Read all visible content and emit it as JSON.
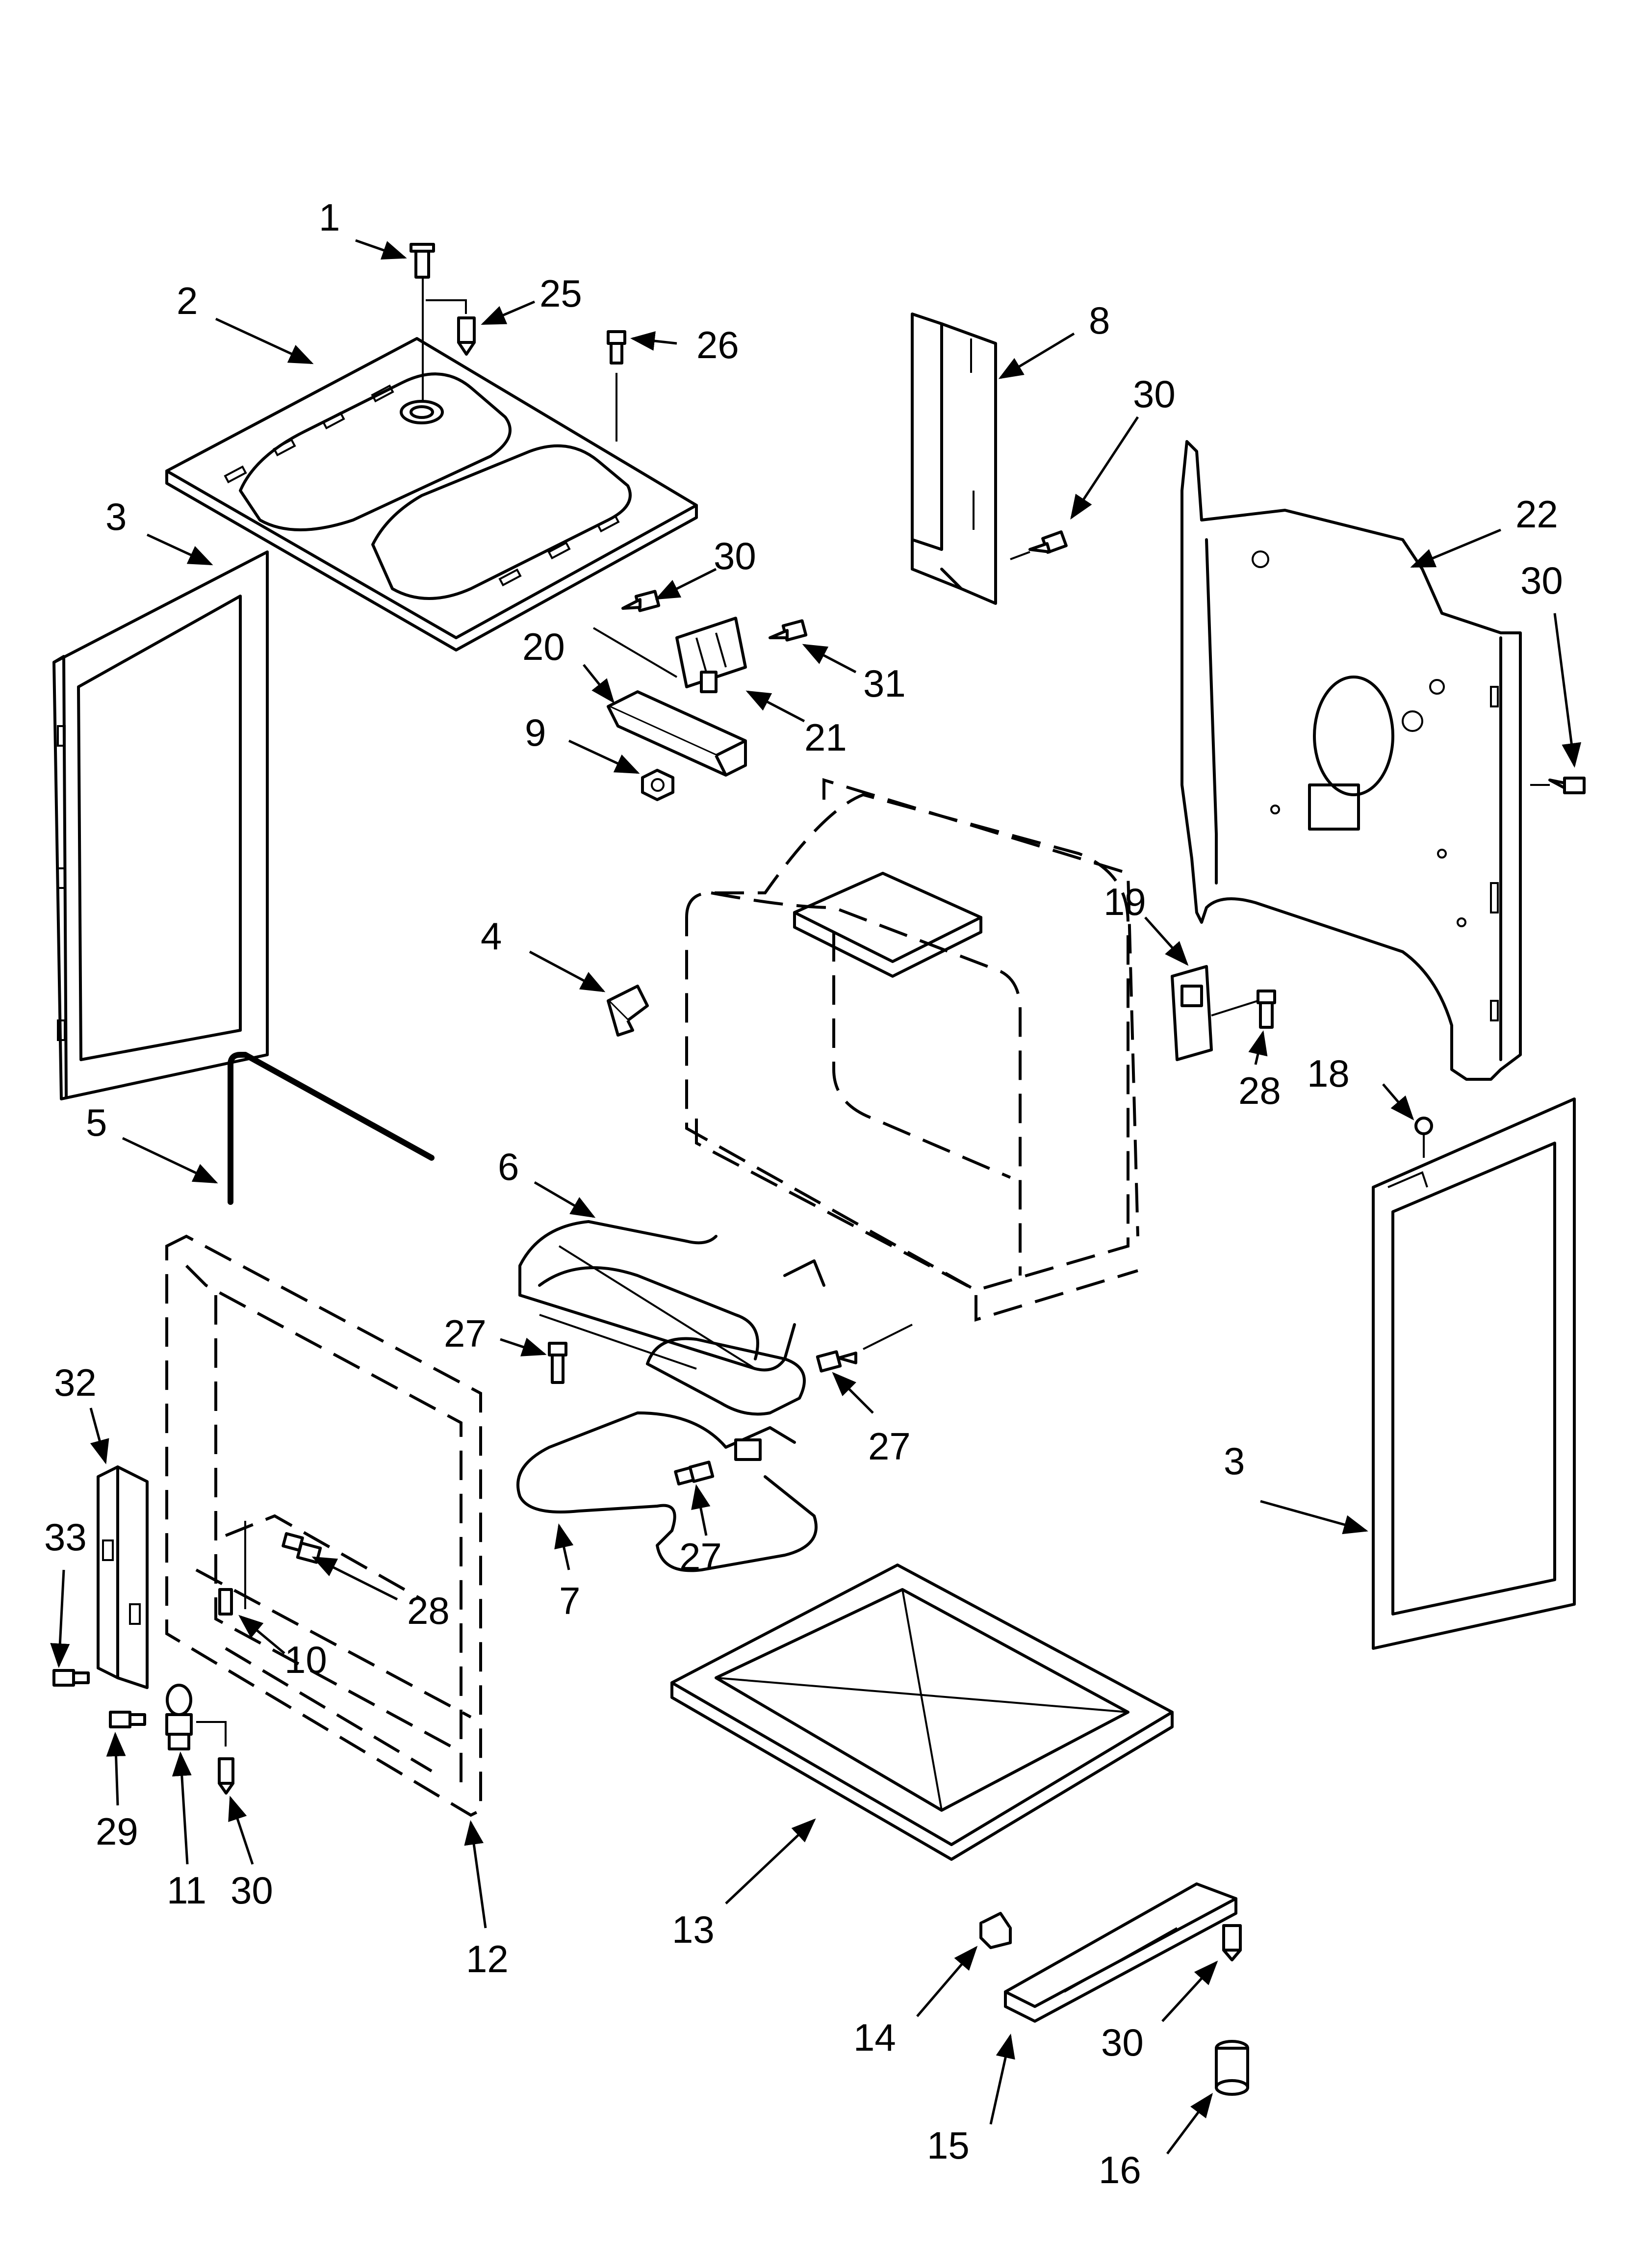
{
  "callouts": [
    {
      "id": "c1",
      "label": "1"
    },
    {
      "id": "c2",
      "label": "2"
    },
    {
      "id": "c3a",
      "label": "3"
    },
    {
      "id": "c3b",
      "label": "3"
    },
    {
      "id": "c4",
      "label": "4"
    },
    {
      "id": "c5",
      "label": "5"
    },
    {
      "id": "c6",
      "label": "6"
    },
    {
      "id": "c7",
      "label": "7"
    },
    {
      "id": "c8",
      "label": "8"
    },
    {
      "id": "c9",
      "label": "9"
    },
    {
      "id": "c10",
      "label": "10"
    },
    {
      "id": "c11",
      "label": "11"
    },
    {
      "id": "c12",
      "label": "12"
    },
    {
      "id": "c13",
      "label": "13"
    },
    {
      "id": "c14",
      "label": "14"
    },
    {
      "id": "c15",
      "label": "15"
    },
    {
      "id": "c16",
      "label": "16"
    },
    {
      "id": "c18",
      "label": "18"
    },
    {
      "id": "c19",
      "label": "19"
    },
    {
      "id": "c20",
      "label": "20"
    },
    {
      "id": "c21",
      "label": "21"
    },
    {
      "id": "c22",
      "label": "22"
    },
    {
      "id": "c25",
      "label": "25"
    },
    {
      "id": "c26",
      "label": "26"
    },
    {
      "id": "c27a",
      "label": "27"
    },
    {
      "id": "c27b",
      "label": "27"
    },
    {
      "id": "c27c",
      "label": "27"
    },
    {
      "id": "c28a",
      "label": "28"
    },
    {
      "id": "c28b",
      "label": "28"
    },
    {
      "id": "c29",
      "label": "29"
    },
    {
      "id": "c30a",
      "label": "30"
    },
    {
      "id": "c30b",
      "label": "30"
    },
    {
      "id": "c30c",
      "label": "30"
    },
    {
      "id": "c30d",
      "label": "30"
    },
    {
      "id": "c30e",
      "label": "30"
    },
    {
      "id": "c31",
      "label": "31"
    },
    {
      "id": "c32",
      "label": "32"
    },
    {
      "id": "c33",
      "label": "33"
    }
  ]
}
